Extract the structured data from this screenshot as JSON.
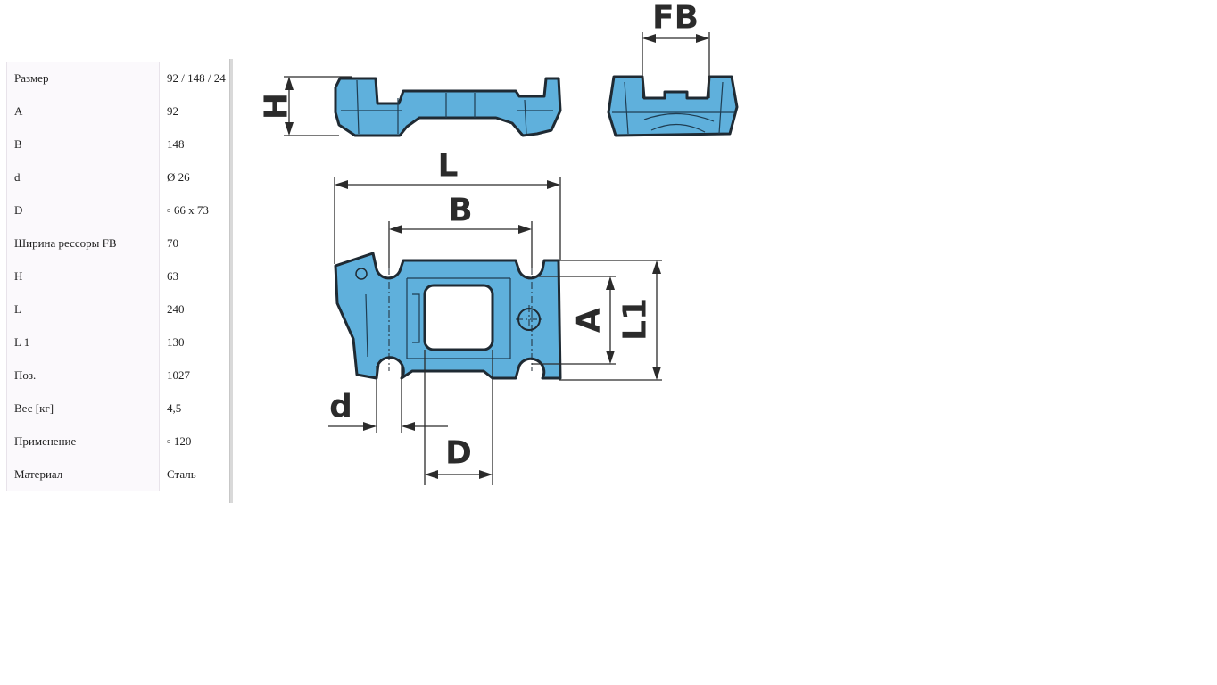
{
  "specs": [
    {
      "key": "Размер",
      "value": "92 / 148 / 24"
    },
    {
      "key": "A",
      "value": "92"
    },
    {
      "key": "B",
      "value": "148"
    },
    {
      "key": "d",
      "value": "Ø 26"
    },
    {
      "key": "D",
      "value": "▫ 66 x 73"
    },
    {
      "key": "Ширина рессоры FB",
      "value": "70"
    },
    {
      "key": "H",
      "value": "63"
    },
    {
      "key": "L",
      "value": "240"
    },
    {
      "key": "L 1",
      "value": "130"
    },
    {
      "key": "Поз.",
      "value": "1027"
    },
    {
      "key": "Вес [кг]",
      "value": "4,5"
    },
    {
      "key": "Применение",
      "value": "▫ 120"
    },
    {
      "key": "Материал",
      "value": "Сталь"
    }
  ],
  "drawing": {
    "labels": {
      "fb": "FB",
      "h": "H",
      "l": "L",
      "b": "B",
      "a": "A",
      "l1": "L1",
      "d_small": "d",
      "d_large": "D"
    },
    "part_color": "#5fb0dc",
    "line_color": "#2b2b2b"
  }
}
